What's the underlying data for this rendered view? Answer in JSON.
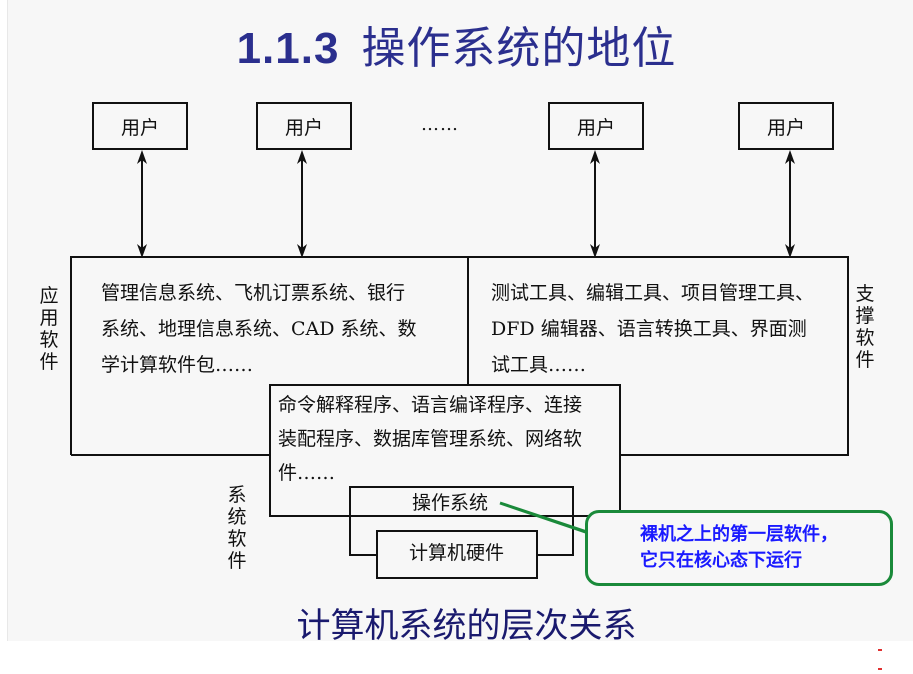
{
  "slide": {
    "title_number": "1.1.3",
    "title_text": "操作系统的地位",
    "caption": "计算机系统的层次关系"
  },
  "diagram": {
    "users": [
      "用户",
      "用户",
      "用户",
      "用户"
    ],
    "users_ellipsis": "……",
    "application_software": {
      "label": "应用软件",
      "lines": [
        "管理信息系统、飞机订票系统、银行",
        "系统、地理信息系统、CAD 系统、数",
        "学计算软件包……"
      ]
    },
    "support_software": {
      "label": "支撑软件",
      "lines": [
        "测试工具、编辑工具、项目管理工具、",
        "DFD 编辑器、语言转换工具、界面测",
        "试工具……"
      ]
    },
    "system_software": {
      "label": "系统软件",
      "lines": [
        "命令解释程序、语言编译程序、连接",
        "装配程序、数据库管理系统、网络软",
        "件……"
      ]
    },
    "operating_system": "操作系统",
    "hardware": "计算机硬件",
    "callout": {
      "lines": [
        "裸机之上的第一层软件，",
        "它只在核心态下运行"
      ],
      "border_color": "#1a8a3a",
      "text_color": "#1a1aff"
    }
  },
  "colors": {
    "title": "#2b2f8e",
    "caption": "#1a1a6e",
    "background": "#f7f7f7"
  }
}
